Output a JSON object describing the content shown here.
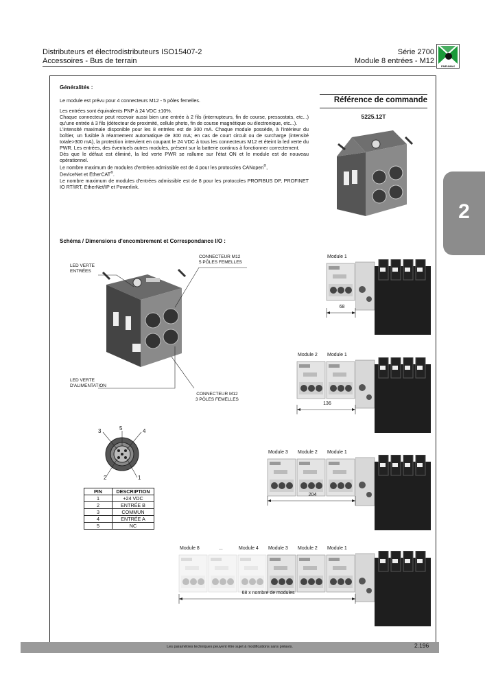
{
  "header": {
    "left_line1": "Distributeurs et électrodistributeurs ISO15407-2",
    "left_line2": "Accessoires - Bus de terrain",
    "right_line1": "Série 2700",
    "right_line2": "Module 8 entrées - M12",
    "logo_text": "PNEUMAX"
  },
  "section_title": "Généralités :",
  "paragraphs": [
    "Le module est prévu pour 4 connecteurs M12 - 5 pôles femelles.",
    "Les entrées sont équivalents PNP à 24 VDC ±10%.",
    "Chaque connecteur peut recevoir aussi bien une entrée à 2 fils (interrupteurs, fin de course, pressostats, etc...) qu'une entrée à 3 fils (détecteur de proximité, cellule photo, fin de course magnétique ou électronique, etc...).",
    "L'intensité maximale disponible pour les 8 entrées est de 300 mA. Chaque module possède, à l'intérieur du boîtier, un fusible à réarmement automatique de 300 mA; en cas de court circuit ou de surcharge (intensité totale>300 mA), la protection intervient en coupant le 24 VDC à tous les connecteurs M12 et éteint la led verte du PWR. Les entrées, des éventuels autres modules, présent sur la batterie continus à fonctionner correctement.",
    "Dès que le défaut est éliminé, la led verte PWR se rallume sur l'état ON et le module est de nouveau opérationnel.",
    "Le nombre maximum de modules d'entrées admissible est de 4 pour les protocoles CANopen",
    "DeviceNet et EtherCAT",
    "Le nombre maximum de modules d'entrées admissible est de 8 pour les protocoles PROFIBUS DP, PROFINET IO RT/IRT, EtherNet/IP et Powerlink."
  ],
  "order": {
    "title": "Référence de commande",
    "code": "5225.12T"
  },
  "side_tab": "2",
  "schema_title": "Schéma / Dimensions d'encombrement et Correspondance I/O :",
  "labels": {
    "led_verte_entrees_1": "LED VERTE",
    "led_verte_entrees_2": "ENTRÉES",
    "connecteur_5_1": "CONNECTEUR M12",
    "connecteur_5_2": "5 PÔLES FEMELLES",
    "led_verte_alim_1": "LED VERTE",
    "led_verte_alim_2": "D'ALIMENTATION",
    "connecteur_3_1": "CONNECTEUR M12",
    "connecteur_3_2": "3 PÔLES FEMELLES"
  },
  "pin_numbers": [
    "1",
    "2",
    "3",
    "4",
    "5"
  ],
  "pin_table": {
    "headers": [
      "PIN",
      "DESCRIPTION"
    ],
    "rows": [
      [
        "1",
        "+24 VDC"
      ],
      [
        "2",
        "ENTRÉE B"
      ],
      [
        "3",
        "COMMUN"
      ],
      [
        "4",
        "ENTRÉE A"
      ],
      [
        "5",
        "NC"
      ]
    ]
  },
  "assemblies": [
    {
      "modules": [
        "Module 1"
      ],
      "dimension": "68"
    },
    {
      "modules": [
        "Module 2",
        "Module 1"
      ],
      "dimension": "136"
    },
    {
      "modules": [
        "Module 3",
        "Module 2",
        "Module 1"
      ],
      "dimension": "204"
    },
    {
      "modules": [
        "Module 8",
        "...",
        "Module 4",
        "Module 3",
        "Module 2",
        "Module 1"
      ],
      "dimension": "68 x nombre de modules"
    }
  ],
  "footer": {
    "note": "Les paramètres techniques peuvent être sujet à modifications sans préavis.",
    "page": "2.196"
  },
  "colors": {
    "footer_bar": "#9a9a9a",
    "side_tab": "#8c8c8c",
    "logo_green": "#1a9a3a"
  }
}
